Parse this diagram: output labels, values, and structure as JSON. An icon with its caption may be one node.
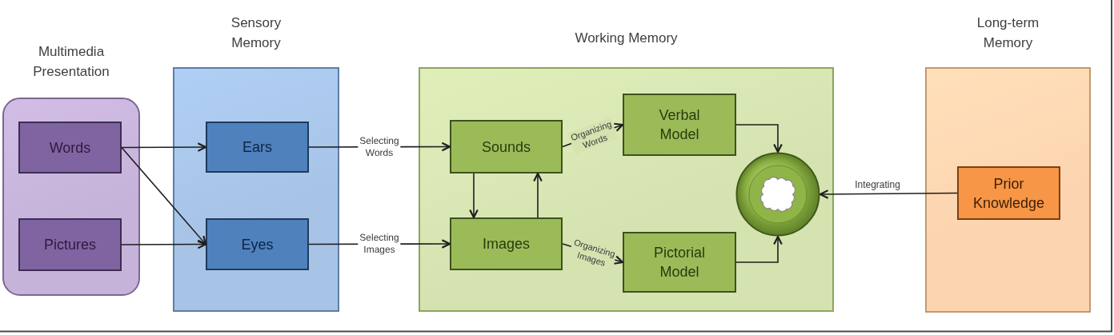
{
  "diagram": {
    "nodes": [
      {
        "text": [
          "Multimedia Presentation"
        ]
      },
      {
        "text": [
          "Words"
        ],
        "in": 0
      },
      {
        "text": [
          "Pictures"
        ],
        "in": 0
      },
      {
        "text": [
          "Sensory Memory"
        ]
      },
      {
        "text": [
          "Ears"
        ],
        "in": 3
      },
      {
        "text": [
          "Eyes"
        ],
        "in": 3
      },
      {
        "text": [
          "Working Memory"
        ]
      },
      {
        "text": [
          "Sounds"
        ],
        "in": 6
      },
      {
        "text": [
          "Verbal Model"
        ],
        "in": 6
      },
      {
        "text": [
          "Images"
        ],
        "in": 6
      },
      {
        "text": [
          "Pictorial Model"
        ],
        "in": 6
      },
      {
        "text": [],
        "shape": "circle",
        "in": 6
      },
      {
        "text": [
          "Long-term Memory"
        ]
      },
      {
        "text": [
          "Prior Knowledge"
        ],
        "in": 12
      }
    ],
    "edges": [
      {
        "from": 1,
        "to": 4,
        "arrow": "to"
      },
      {
        "from": 1,
        "to": 5,
        "arrow": "to"
      },
      {
        "from": 2,
        "to": 5,
        "arrow": "to"
      },
      {
        "from": 4,
        "to": 7,
        "arrow": "to",
        "label": "Selecting Words"
      },
      {
        "from": 5,
        "to": 9,
        "arrow": "to",
        "label": "Selecting Images"
      },
      {
        "from": 7,
        "to": 9,
        "arrow": "to"
      },
      {
        "from": 9,
        "to": 7,
        "arrow": "to"
      },
      {
        "from": 7,
        "to": 8,
        "arrow": "to",
        "label": "Organizing Words"
      },
      {
        "from": 9,
        "to": 10,
        "arrow": "to",
        "label": "Organizing Images"
      },
      {
        "from": 8,
        "to": 11,
        "arrow": "to"
      },
      {
        "from": 10,
        "to": 11,
        "arrow": "to"
      },
      {
        "from": 13,
        "to": 11,
        "arrow": "to",
        "label": "Integrating"
      }
    ]
  }
}
